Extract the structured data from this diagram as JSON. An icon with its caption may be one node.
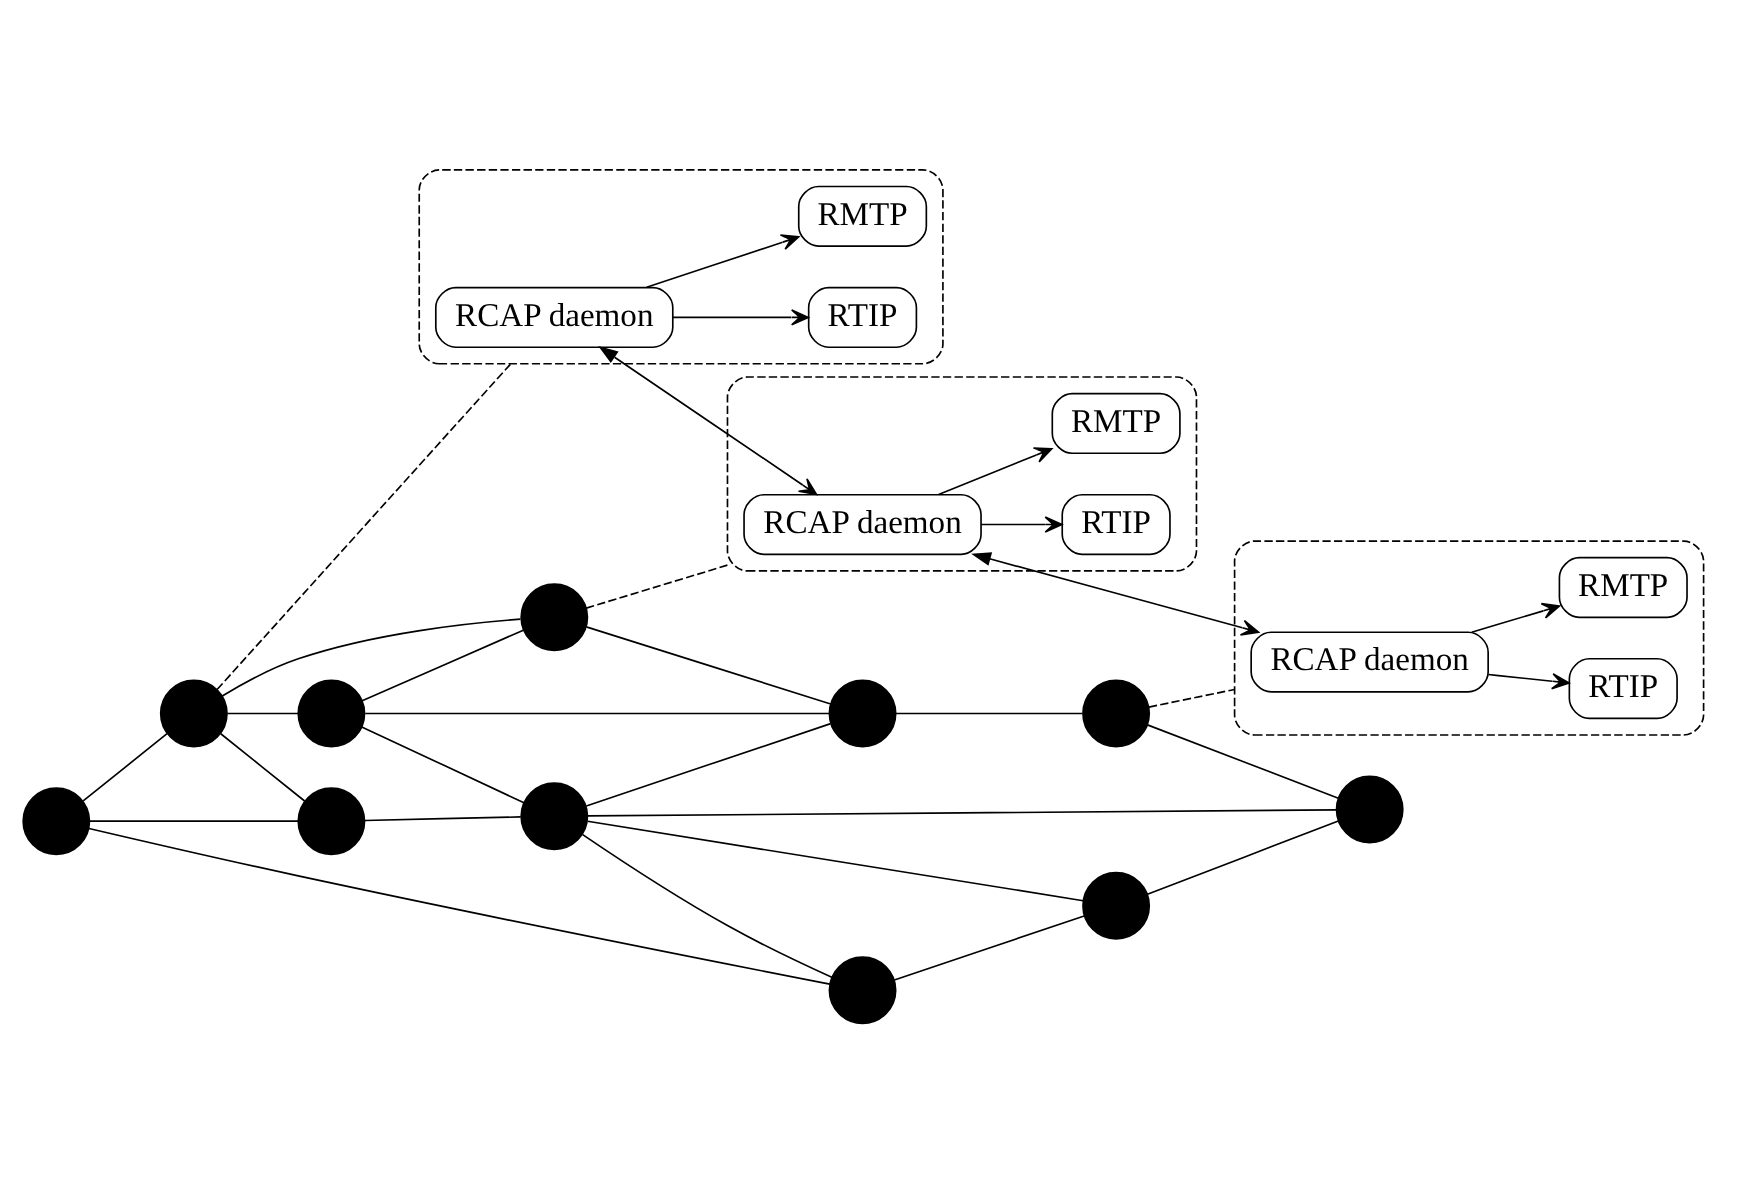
{
  "diagram": {
    "nodes": [
      {
        "text": [],
        "shape": "box"
      },
      {
        "text": [
          "RCAP daemon"
        ],
        "in": 0
      },
      {
        "text": [
          "RTIP"
        ],
        "in": 0
      },
      {
        "text": [
          "RMTP"
        ],
        "in": 0
      },
      {
        "text": [],
        "shape": "box"
      },
      {
        "text": [
          "RCAP daemon"
        ],
        "in": 4
      },
      {
        "text": [
          "RTIP"
        ],
        "in": 4
      },
      {
        "text": [
          "RMTP"
        ],
        "in": 4
      },
      {
        "text": [],
        "shape": "box"
      },
      {
        "text": [
          "RCAP daemon"
        ],
        "in": 8
      },
      {
        "text": [
          "RTIP"
        ],
        "in": 8
      },
      {
        "text": [
          "RMTP"
        ],
        "in": 8
      },
      {
        "text": [],
        "shape": "circle"
      },
      {
        "text": [],
        "shape": "circle"
      },
      {
        "text": [],
        "shape": "circle"
      },
      {
        "text": [],
        "shape": "circle"
      },
      {
        "text": [],
        "shape": "circle"
      },
      {
        "text": [],
        "shape": "circle"
      },
      {
        "text": [],
        "shape": "circle"
      },
      {
        "text": [],
        "shape": "circle"
      },
      {
        "text": [],
        "shape": "circle"
      },
      {
        "text": [],
        "shape": "circle"
      },
      {
        "text": [],
        "shape": "circle"
      }
    ],
    "edges": [
      {
        "from": 1,
        "to": 2,
        "arrow": "to"
      },
      {
        "from": 1,
        "to": 3,
        "arrow": "to"
      },
      {
        "from": 5,
        "to": 6,
        "arrow": "to"
      },
      {
        "from": 5,
        "to": 7,
        "arrow": "to"
      },
      {
        "from": 9,
        "to": 10,
        "arrow": "to"
      },
      {
        "from": 9,
        "to": 11,
        "arrow": "to"
      },
      {
        "from": 12,
        "to": 0,
        "arrow": "none",
        "style": "dashed"
      },
      {
        "from": 14,
        "to": 4,
        "arrow": "none",
        "style": "dashed"
      },
      {
        "from": 19,
        "to": 8,
        "arrow": "none",
        "style": "dashed"
      },
      {
        "from": 1,
        "to": 5,
        "arrow": "both"
      },
      {
        "from": 5,
        "to": 9,
        "arrow": "both"
      },
      {
        "from": 13,
        "to": 12,
        "arrow": "none"
      },
      {
        "from": 13,
        "to": 16,
        "arrow": "none"
      },
      {
        "from": 13,
        "to": 20,
        "arrow": "none"
      },
      {
        "from": 12,
        "to": 16,
        "arrow": "none"
      },
      {
        "from": 12,
        "to": 15,
        "arrow": "none"
      },
      {
        "from": 12,
        "to": 14,
        "arrow": "none"
      },
      {
        "from": 16,
        "to": 17,
        "arrow": "none"
      },
      {
        "from": 15,
        "to": 14,
        "arrow": "none"
      },
      {
        "from": 15,
        "to": 17,
        "arrow": "none"
      },
      {
        "from": 15,
        "to": 18,
        "arrow": "none"
      },
      {
        "from": 14,
        "to": 18,
        "arrow": "none"
      },
      {
        "from": 17,
        "to": 18,
        "arrow": "none"
      },
      {
        "from": 17,
        "to": 20,
        "arrow": "none"
      },
      {
        "from": 17,
        "to": 21,
        "arrow": "none"
      },
      {
        "from": 17,
        "to": 22,
        "arrow": "none"
      },
      {
        "from": 18,
        "to": 19,
        "arrow": "none"
      },
      {
        "from": 19,
        "to": 22,
        "arrow": "none"
      },
      {
        "from": 20,
        "to": 21,
        "arrow": "none"
      },
      {
        "from": 21,
        "to": 22,
        "arrow": "none"
      }
    ]
  }
}
